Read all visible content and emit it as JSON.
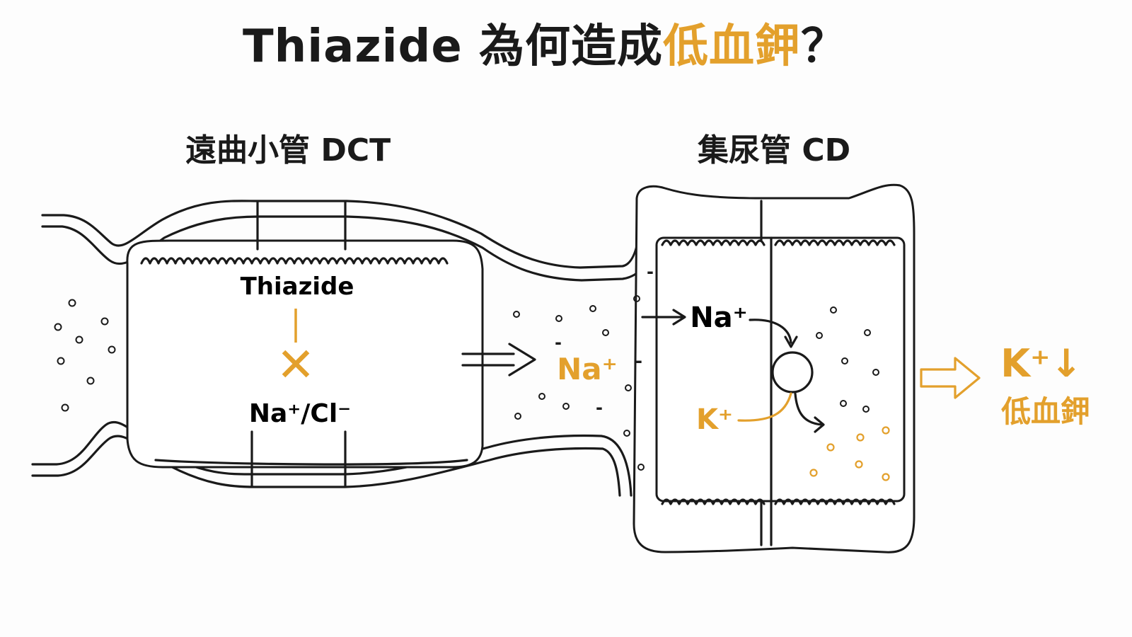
{
  "title": {
    "main": "Thiazide 為何造成",
    "highlight": "低血鉀",
    "end": "？"
  },
  "dct": {
    "label": "遠曲小管 DCT",
    "drug": "Thiazide",
    "block_symbol": "✕",
    "cotransporter": "Na⁺/Cl⁻"
  },
  "cd": {
    "label": "集尿管 CD",
    "na_in": "Na⁺",
    "k_out": "K⁺"
  },
  "lumen": {
    "na": "Na⁺",
    "minus": "-"
  },
  "result": {
    "k_down": "K⁺↓",
    "hypokalemia": "低血鉀"
  },
  "colors": {
    "accent": "#e3a02c",
    "ink": "#1a1a1a"
  }
}
